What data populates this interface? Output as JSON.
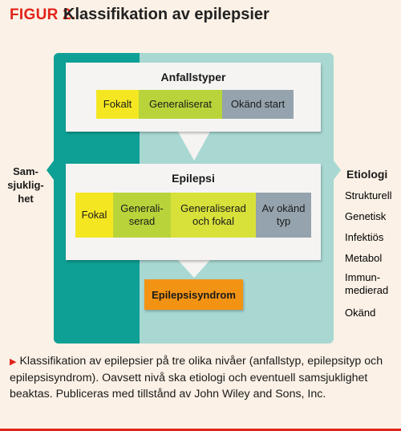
{
  "figure": {
    "label": "FIGUR 2.",
    "title": "Klassifikation av epilepsier"
  },
  "anfallstyper": {
    "title": "Anfallstyper",
    "cells": [
      "Fokalt",
      "Generaliserat",
      "Okänd start"
    ]
  },
  "epilepsi": {
    "title": "Epilepsi",
    "cells": [
      "Fokal",
      "Generali-\nserad",
      "Generaliserad\noch fokal",
      "Av okänd\ntyp"
    ]
  },
  "syndrom": {
    "label": "Epilepsisyndrom"
  },
  "samsjuklighet": {
    "label": "Sam-\nsjuklig-\nhet"
  },
  "etiologi": {
    "title": "Etiologi",
    "items": [
      "Strukturell",
      "Genetisk",
      "Infektiös",
      "Metabol",
      "Immun-\nmedierad",
      "Okänd"
    ]
  },
  "caption": "Klassifikation av epilepsier på tre olika nivåer (anfallstyp, epilepsityp och epilepsisyndrom). Oavsett nivå ska etiologi och eventuell samsjuklighet beaktas. Publiceras med tillstånd av John Wiley and Sons, Inc.",
  "colors": {
    "accent_red": "#e2231a",
    "dark_teal": "#0ea095",
    "light_teal": "#a9d8d3",
    "yellow": "#f4e721",
    "light_green": "#b8d43a",
    "lime": "#d8e13a",
    "gray": "#94a3ad",
    "orange": "#f39314"
  }
}
